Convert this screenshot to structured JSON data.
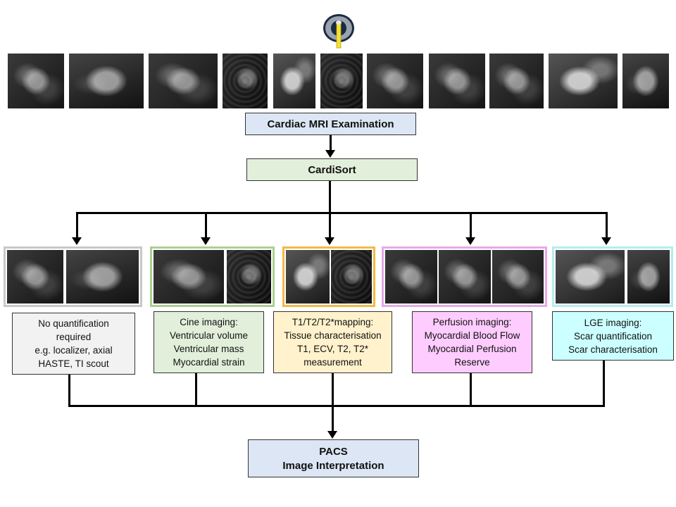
{
  "colors": {
    "exam_box": "#dce6f4",
    "cardisort_box": "#e2efda",
    "pacs_box": "#dce6f4",
    "none_box": "#f2f2f2",
    "none_frame": "#c8c8c8",
    "cine_box": "#e2efda",
    "cine_frame": "#a9d18e",
    "mapping_box": "#fff2cc",
    "mapping_frame": "#f4b942",
    "perfusion_box": "#ffccff",
    "perfusion_frame": "#e8a8e8",
    "lge_box": "#ccffff",
    "lge_frame": "#b3eeee"
  },
  "icons": {
    "mri_scanner": "mri-scanner-icon"
  },
  "exam_box": {
    "label": "Cardiac MRI Examination"
  },
  "cardisort_box": {
    "label": "CardiSort"
  },
  "pacs_box": {
    "line1": "PACS",
    "line2": "Image Interpretation"
  },
  "categories": {
    "none": {
      "lines": [
        "No quantification",
        "required",
        "e.g. localizer, axial",
        "HASTE, TI scout"
      ]
    },
    "cine": {
      "lines": [
        "Cine imaging:",
        "Ventricular volume",
        "Ventricular mass",
        "Myocardial strain"
      ]
    },
    "mapping": {
      "lines": [
        "T1/T2/T2*mapping:",
        "Tissue characterisation",
        "T1, ECV, T2, T2*",
        "measurement"
      ]
    },
    "perfusion": {
      "lines": [
        "Perfusion imaging:",
        "Myocardial Blood Flow",
        "Myocardial Perfusion",
        "Reserve"
      ]
    },
    "lge": {
      "lines": [
        "LGE imaging:",
        "Scar quantification",
        "Scar characterisation"
      ]
    }
  }
}
